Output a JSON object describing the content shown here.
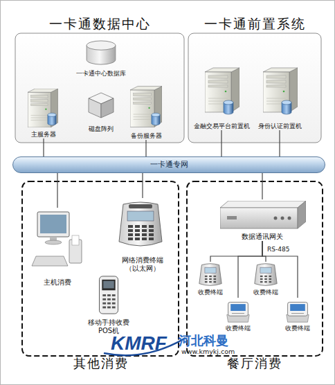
{
  "diagram": {
    "nodes": [
      {
        "text": [
          "一卡通数据中心"
        ]
      },
      {
        "text": [
          "一卡通中心数据库"
        ],
        "in": 0
      },
      {
        "text": [
          "主服务器"
        ],
        "in": 0
      },
      {
        "text": [
          "磁盘阵列"
        ],
        "in": 0
      },
      {
        "text": [
          "备份服务器"
        ],
        "in": 0
      },
      {
        "text": [
          "一卡通前置系统"
        ]
      },
      {
        "text": [
          "金融交易平台前置机"
        ],
        "in": 5
      },
      {
        "text": [
          "身份认证前置机"
        ],
        "in": 5
      },
      {
        "text": [
          "一卡通专网"
        ]
      },
      {
        "text": [
          "其他消费"
        ]
      },
      {
        "text": [
          "主机消费"
        ],
        "in": 9
      },
      {
        "text": [
          "网络消费终端 （以太网）"
        ],
        "in": 9
      },
      {
        "text": [
          "移动手持收费 POS机"
        ],
        "in": 9
      },
      {
        "text": [
          "餐厅消费"
        ]
      },
      {
        "text": [
          "数据通讯网关"
        ],
        "in": 13
      },
      {
        "text": [
          "收费终端"
        ],
        "in": 13
      },
      {
        "text": [
          "收费终端"
        ],
        "in": 13
      },
      {
        "text": [
          "收费终端"
        ],
        "in": 13
      },
      {
        "text": [
          "收费终端"
        ],
        "in": 13
      }
    ],
    "edges": [
      {
        "from": 2,
        "to": 8,
        "arrow": "none"
      },
      {
        "from": 4,
        "to": 8,
        "arrow": "none"
      },
      {
        "from": 6,
        "to": 8,
        "arrow": "none"
      },
      {
        "from": 7,
        "to": 8,
        "arrow": "none"
      },
      {
        "from": 8,
        "to": 10,
        "arrow": "none"
      },
      {
        "from": 8,
        "to": 11,
        "arrow": "none"
      },
      {
        "from": 8,
        "to": 14,
        "arrow": "none"
      },
      {
        "from": 14,
        "to": 15,
        "arrow": "none"
      },
      {
        "from": 14,
        "to": 16,
        "arrow": "none"
      },
      {
        "from": 14,
        "to": 17,
        "arrow": "none"
      },
      {
        "from": 14,
        "to": 18,
        "arrow": "none"
      }
    ],
    "labels": [
      "RS-485",
      "KMRF",
      "河北科曼",
      "www.kmykj.com"
    ]
  }
}
